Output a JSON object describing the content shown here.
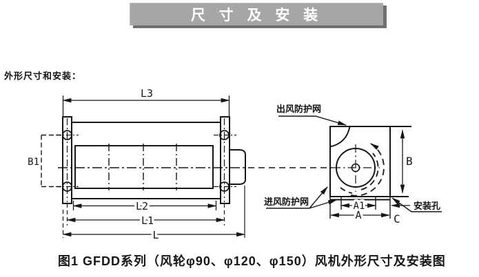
{
  "title_banner": {
    "text": "尺 寸 及 安 装",
    "bg": "#a6a6a6",
    "shadow": "#6f6f6f",
    "text_color": "#ffffff"
  },
  "section_label": {
    "text": "外形尺寸和安装："
  },
  "side_view": {
    "dim_l3": "L3",
    "dim_l2": "L2",
    "dim_l1": "L1",
    "dim_l": "L",
    "dim_b1": "B1"
  },
  "end_view": {
    "dim_a": "A",
    "dim_a1": "A1",
    "dim_b": "B",
    "dim_c": "C",
    "label_outlet_guard": "出风防护网",
    "label_inlet_guard": "进风防护网",
    "label_mounting_hole": "安装孔"
  },
  "caption": {
    "text": "图1 GFDD系列（风轮φ90、φ120、φ150）风机外形尺寸及安装图"
  },
  "colors": {
    "line": "#161616",
    "background": "#ffffff"
  }
}
